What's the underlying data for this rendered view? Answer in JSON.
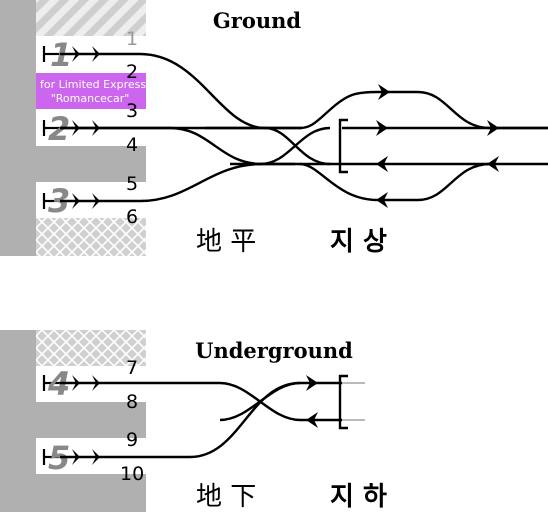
{
  "ground": {
    "title": "Ground",
    "kanji": "地 平",
    "hangul": "지 상",
    "platforms": [
      "1",
      "2",
      "3"
    ],
    "tracks": [
      "1",
      "2",
      "3",
      "4",
      "5",
      "6"
    ],
    "romancecar": {
      "line1": "for Limited Express",
      "line2": "\"Romancecar\"",
      "color": "#cc66ee"
    }
  },
  "underground": {
    "title": "Underground",
    "kanji": "地 下",
    "hangul": "지 하",
    "platforms": [
      "4",
      "5"
    ],
    "tracks": [
      "7",
      "8",
      "9",
      "10"
    ]
  },
  "colors": {
    "wall": "#b0b0b0",
    "platform": "#ffffff",
    "hatch": "#cccccc",
    "number": "#888888"
  }
}
